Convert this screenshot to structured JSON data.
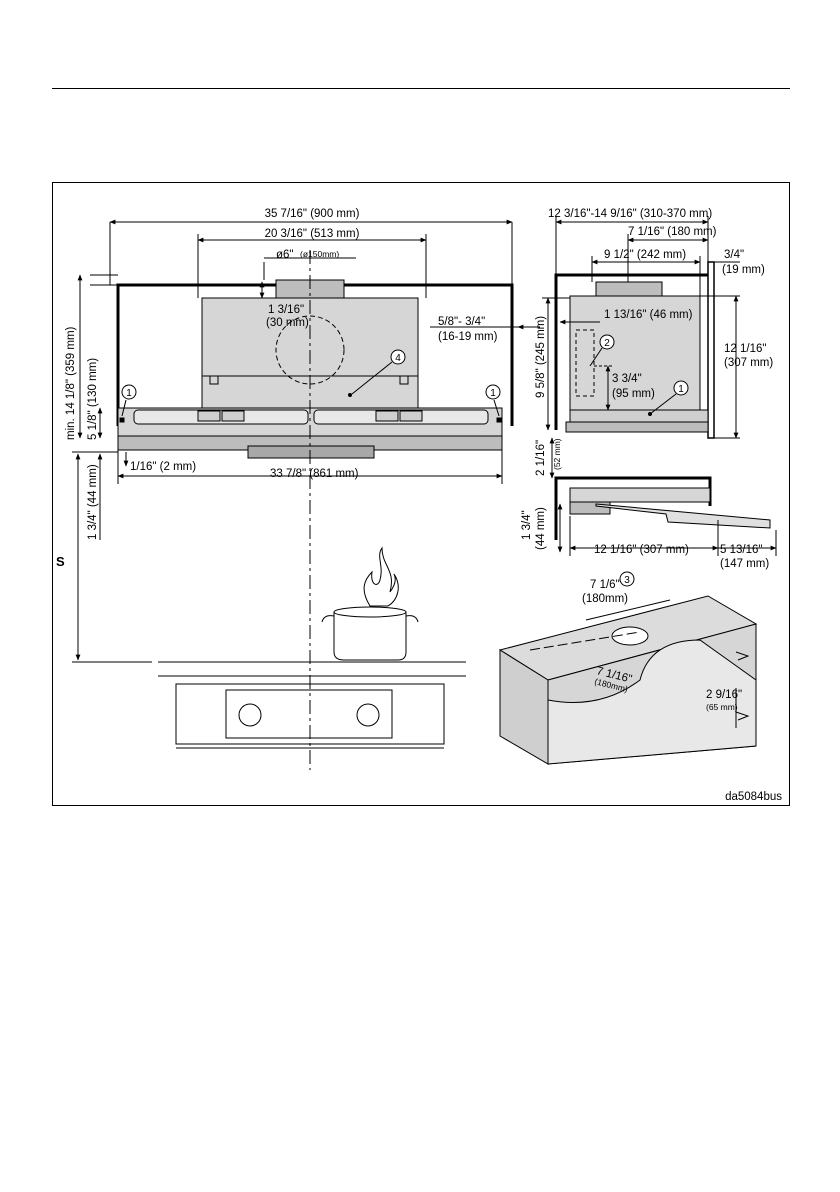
{
  "figure": {
    "front_view": {
      "width_overall": "35 7/16\" (900 mm)",
      "bracket_spacing": "20 3/16\" (513 mm)",
      "duct_diameter": "ø6\"",
      "duct_diameter_mm": "(ø150mm)",
      "duct_collar_height": "1 3/16\"",
      "duct_collar_height_mm": "(30 mm)",
      "wall_gap": "5/8\"- 3/4\"",
      "wall_gap_mm": "(16-19 mm)",
      "min_height": "min. 14 1/8\" (359 mm)",
      "body_height": "5 1/8\" (130 mm)",
      "drop_depth": "1 3/4\" (44 mm)",
      "screw_offset": "1/16\" (2 mm)",
      "cutout_width": "33 7/8\" (861 mm)",
      "distance_label": "S"
    },
    "side_view": {
      "depth_range": "12 3/16\"-14 9/16\" (310-370 mm)",
      "depth_to_duct": "7 1/16\" (180 mm)",
      "duct_width": "9 1/2\" (242 mm)",
      "wall_offset": "3/4\"",
      "wall_offset_mm": "(19 mm)",
      "front_offset": "1 13/16\" (46 mm)",
      "body_height": "9 5/8\" (245 mm)",
      "overall_depth": "12 1/16\"",
      "overall_depth_mm": "(307 mm)",
      "bracket_height": "3 3/4\"",
      "bracket_height_mm": "(95 mm)"
    },
    "extended_view": {
      "extension_height": "2 1/16\"",
      "extension_height_mm": "(52 mm)",
      "drop": "1 3/4\"",
      "drop_mm": "(44 mm)",
      "depth": "12 1/16\" (307 mm)",
      "extension": "5 13/16\"",
      "extension_mm": "(147 mm)"
    },
    "cabinet_view": {
      "cutout_top": "7 1/6\"",
      "cutout_top_mm": "(180mm)",
      "cutout_depth": "7 1/16\"",
      "cutout_depth_mm": "(180mm)",
      "shelf_gap": "2 9/16\"",
      "shelf_gap_mm": "(65 mm)"
    },
    "callouts": [
      "1",
      "2",
      "3",
      "4"
    ],
    "reference_code": "da5084bus"
  }
}
